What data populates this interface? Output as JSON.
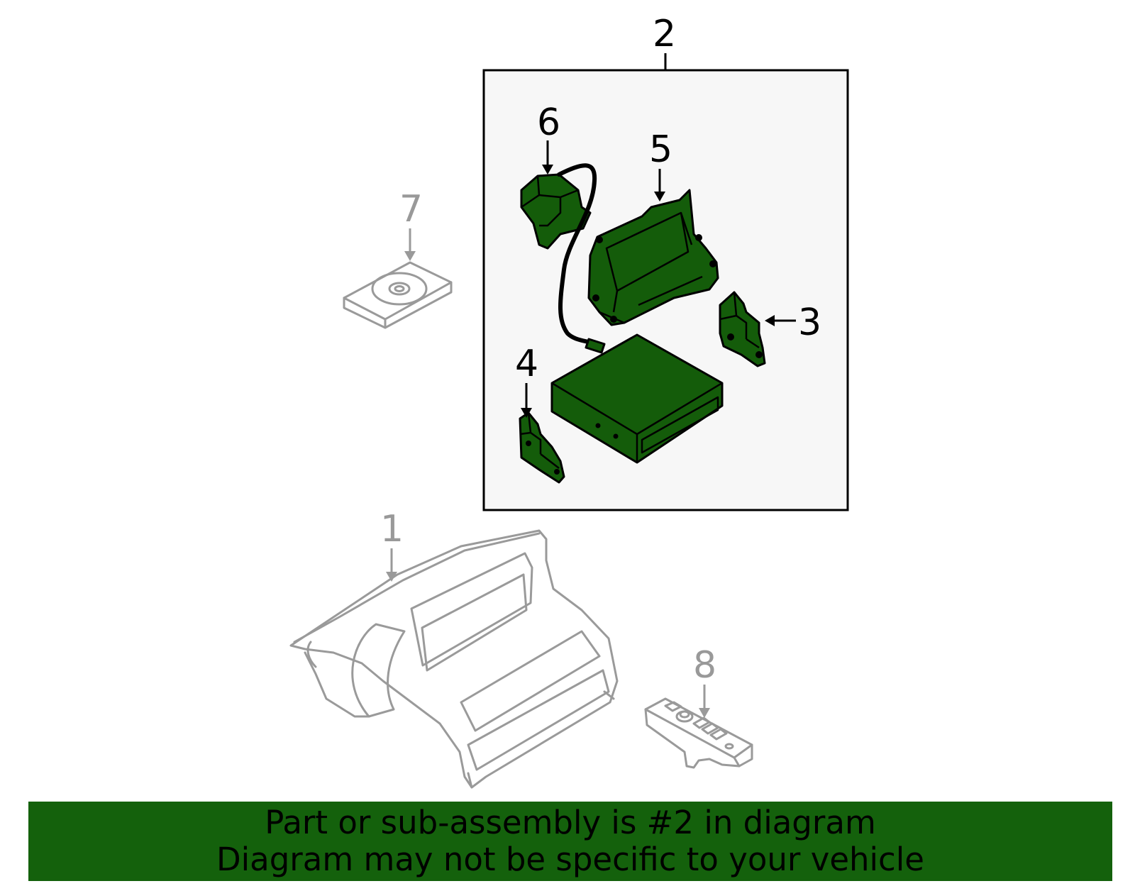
{
  "diagram": {
    "callouts": {
      "c1": "1",
      "c2": "2",
      "c3": "3",
      "c4": "4",
      "c5": "5",
      "c6": "6",
      "c7": "7",
      "c8": "8"
    },
    "colors": {
      "highlight_fill": "#145c0a",
      "ghost_stroke": "#9a9a9a",
      "subassembly_box_bg": "#f7f7f7",
      "banner_bg": "#14610c"
    },
    "highlighted_part": "2"
  },
  "banner": {
    "line1": "Part or sub-assembly is #2 in diagram",
    "line2": "Diagram may not be specific to your vehicle"
  }
}
